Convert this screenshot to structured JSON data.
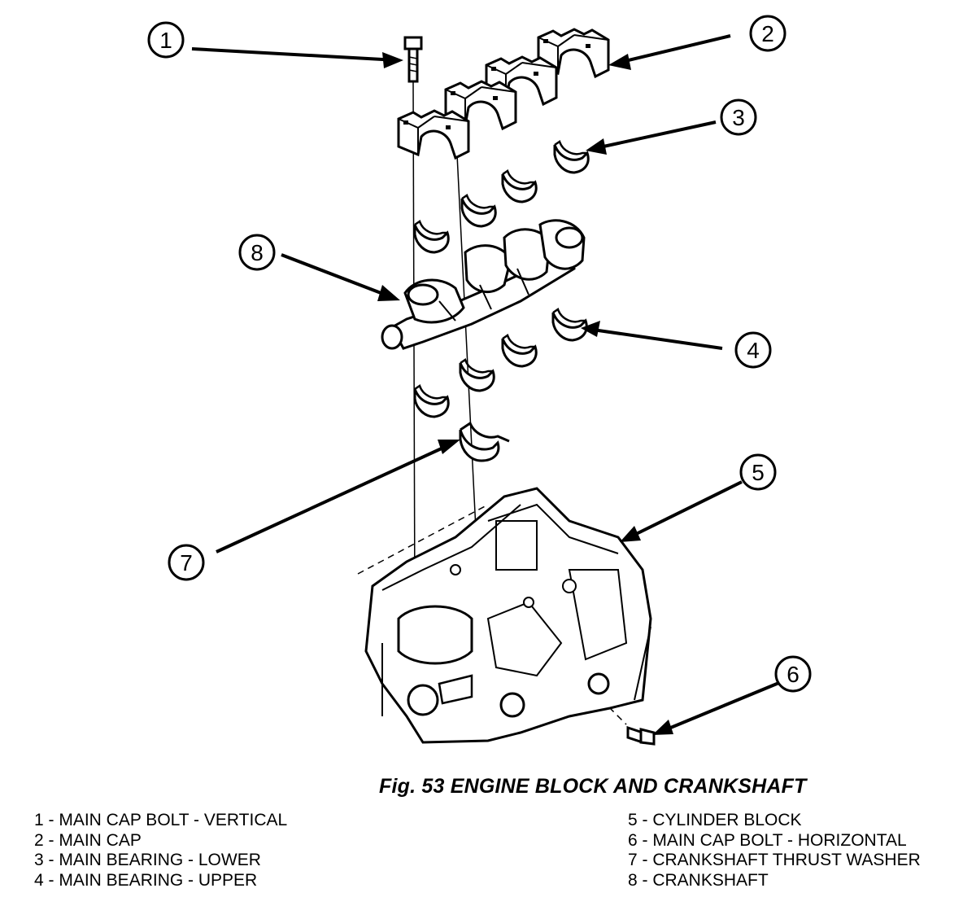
{
  "figure": {
    "caption": "Fig. 53 ENGINE BLOCK AND CRANKSHAFT"
  },
  "callouts": [
    "1",
    "2",
    "3",
    "4",
    "5",
    "6",
    "7",
    "8"
  ],
  "legend": {
    "left": [
      "1 - MAIN CAP BOLT - VERTICAL",
      "2 - MAIN CAP",
      "3 - MAIN BEARING - LOWER",
      "4 - MAIN BEARING - UPPER"
    ],
    "right": [
      "5 - CYLINDER BLOCK",
      "6 - MAIN CAP BOLT - HORIZONTAL",
      "7 - CRANKSHAFT THRUST WASHER",
      "8 - CRANKSHAFT"
    ]
  }
}
